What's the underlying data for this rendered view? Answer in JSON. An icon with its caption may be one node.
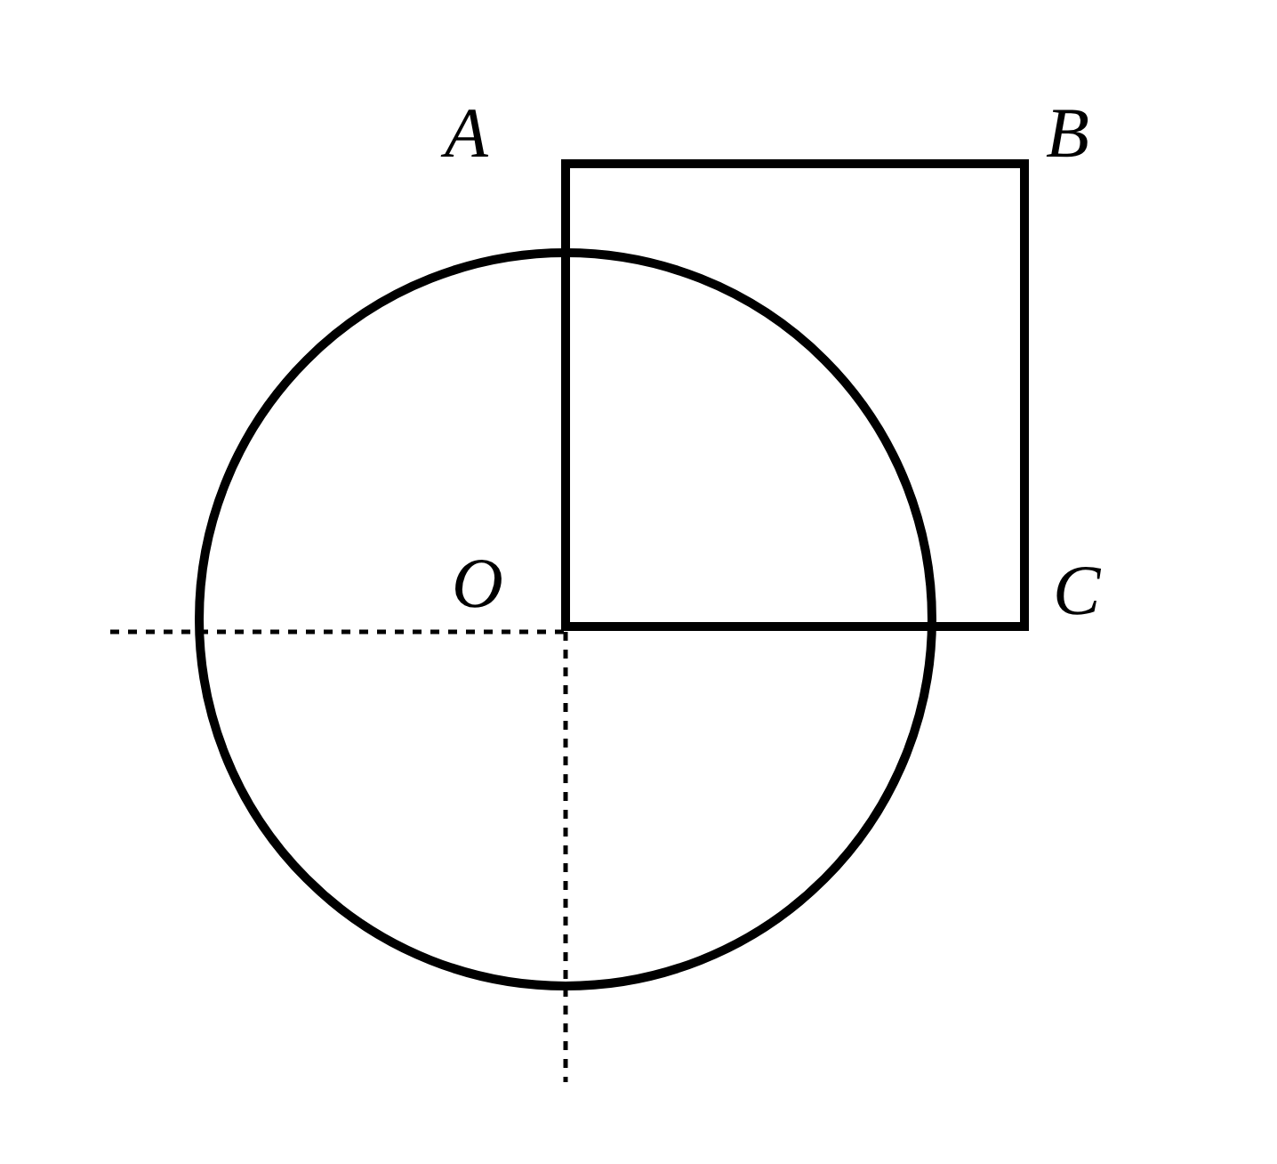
{
  "diagram": {
    "labels": [
      "A",
      "B",
      "O",
      "C"
    ]
  }
}
